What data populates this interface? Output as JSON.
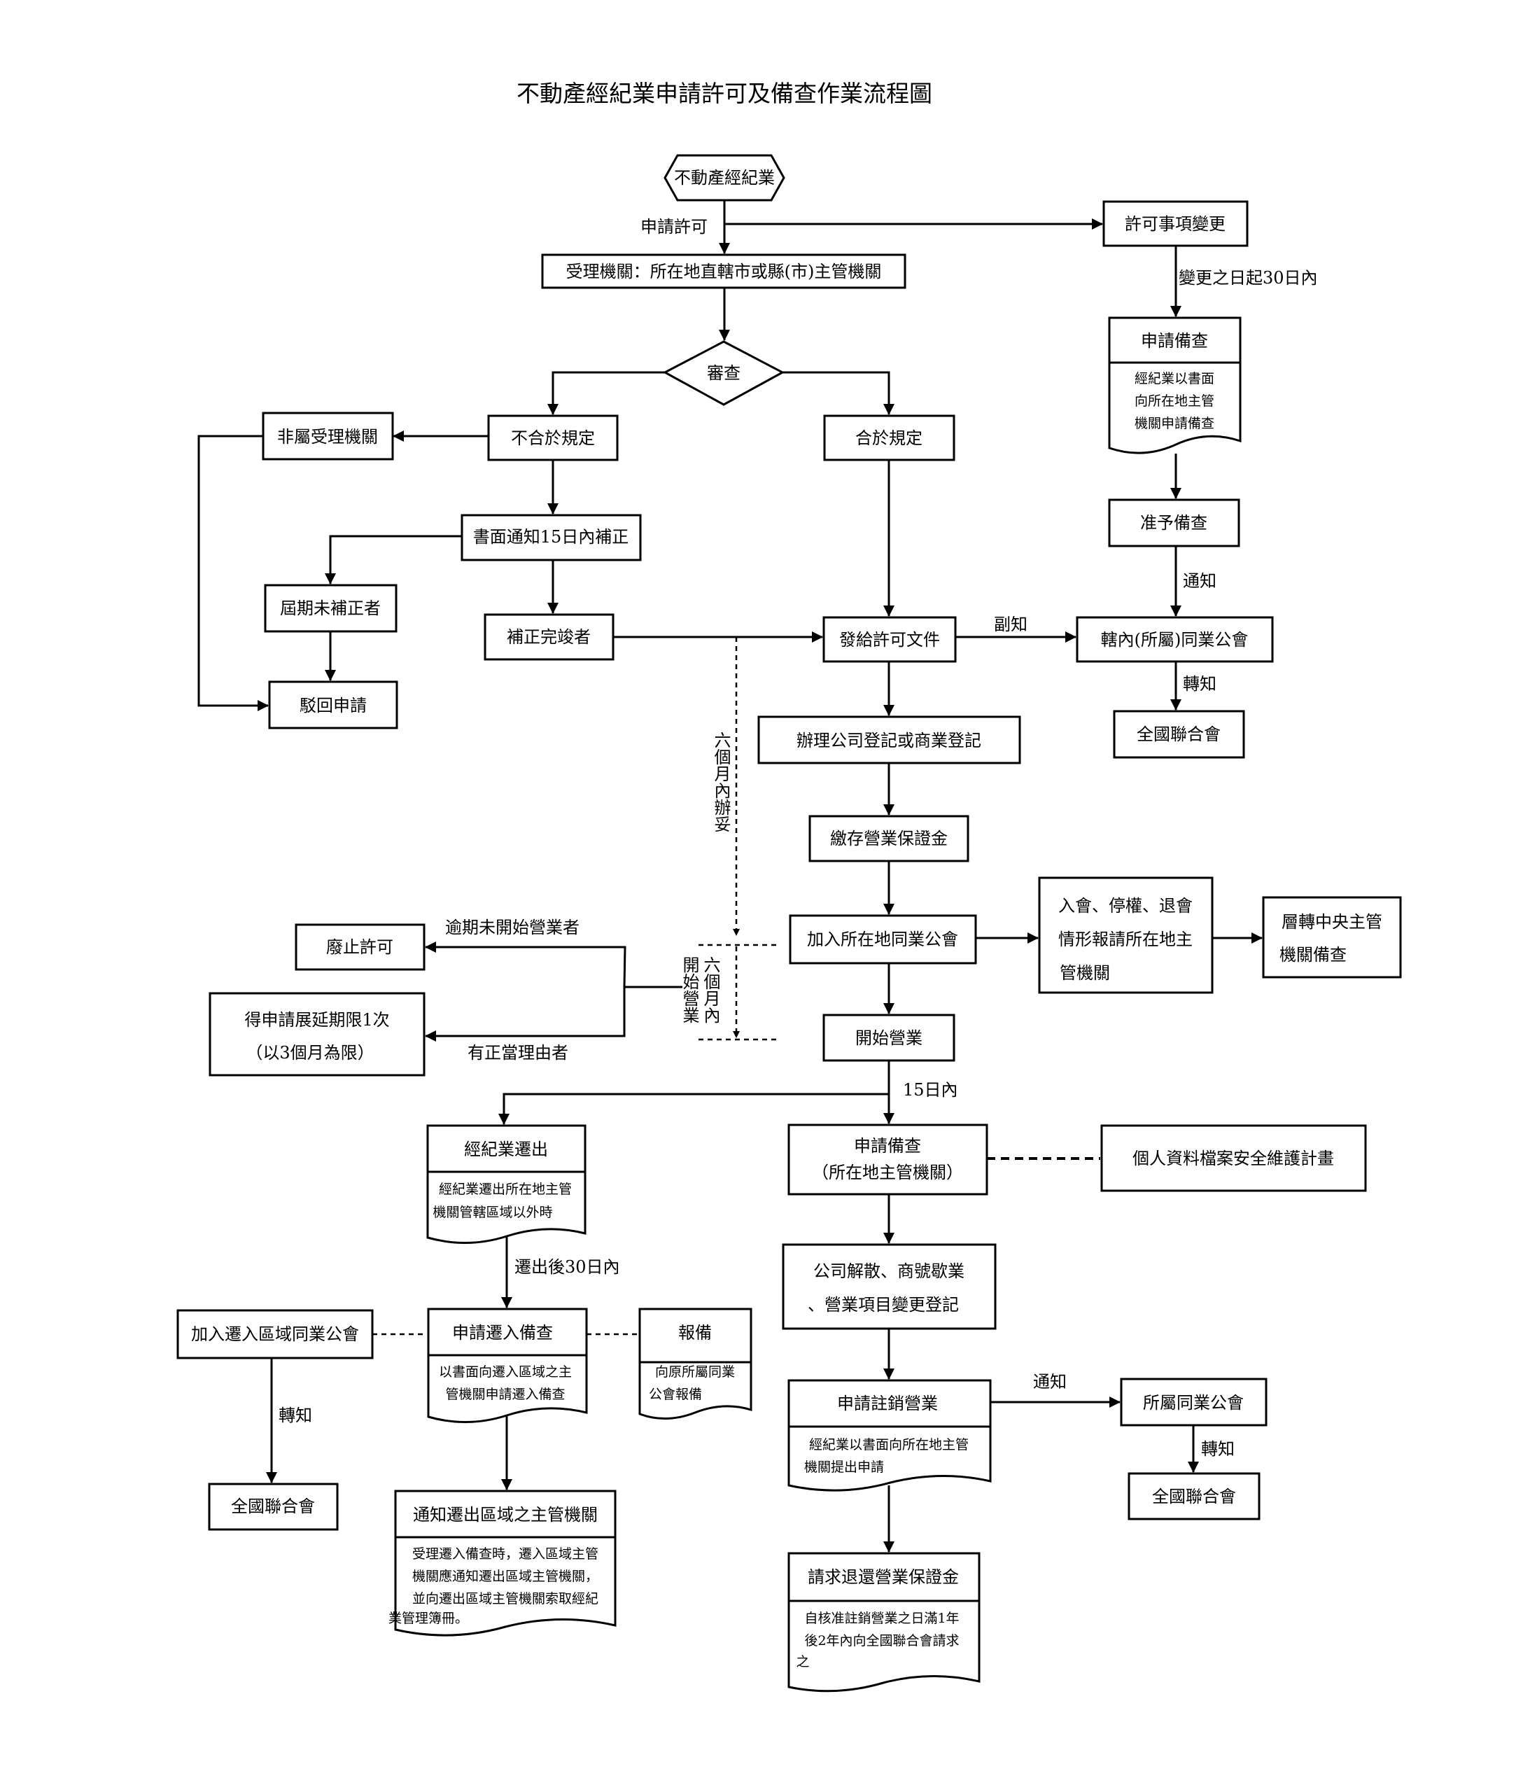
{
  "title": "不動產經紀業申請許可及備查作業流程圖",
  "nodes": {
    "start": "不動產經紀業",
    "agency": "受理機關：所在地直轄市或縣(市)主管機關",
    "review": "審查",
    "non_agency": "非屬受理機關",
    "noncompliant": "不合於規定",
    "compliant": "合於規定",
    "notify_fix": "書面通知15日內補正",
    "overdue_fix": "屆期未補正者",
    "fixed": "補正完竣者",
    "reject": "駁回申請",
    "issue_doc": "發給許可文件",
    "local_assoc": "轄內(所屬)同業公會",
    "national_1": "全國聯合會",
    "change_item": "許可事項變更",
    "apply_filing_1": "申請備查",
    "apply_filing_1_note": [
      "經紀業以書面",
      "向所在地主管",
      "機關申請備查"
    ],
    "approve_filing": "准予備查",
    "company_reg": "辦理公司登記或商業登記",
    "deposit": "繳存營業保證金",
    "join_assoc": "加入所在地同業公會",
    "membership_report": [
      "入會、停權、退會",
      "情形報請所在地主",
      "管機關"
    ],
    "central_filing": [
      "層轉中央主管",
      "機關備查"
    ],
    "revoke": "廢止許可",
    "extend": [
      "得申請展延期限1次",
      "（以3個月為限）"
    ],
    "start_business": "開始營業",
    "apply_filing_2": [
      "申請備查",
      "（所在地主管機關）"
    ],
    "privacy_plan": "個人資料檔案安全維護計畫",
    "relocate": "經紀業遷出",
    "relocate_note": [
      "經紀業遷出所在地主管",
      "機關管轄區域以外時"
    ],
    "join_new_assoc": "加入遷入區域同業公會",
    "apply_move_in": "申請遷入備查",
    "apply_move_in_note": [
      "以書面向遷入區域之主",
      "管機關申請遷入備查"
    ],
    "report": "報備",
    "report_note": [
      "向原所屬同業",
      "公會報備"
    ],
    "national_2": "全國聯合會",
    "notify_origin": "通知遷出區域之主管機關",
    "notify_origin_note": [
      "受理遷入備查時，遷入區域主管",
      "機關應通知遷出區域主管機關，",
      "並向遷出區域主管機關索取經紀",
      "業管理簿冊。"
    ],
    "dissolve": [
      "公司解散、商號歇業",
      "、營業項目變更登記"
    ],
    "cancel_business": "申請註銷營業",
    "cancel_business_note": [
      "經紀業以書面向所在地主管",
      "機關提出申請"
    ],
    "member_assoc": "所屬同業公會",
    "national_3": "全國聯合會",
    "refund_deposit": "請求退還營業保證金",
    "refund_deposit_note": [
      "自核准註銷營業之日滿1年",
      "後2年內向全國聯合會請求",
      "之"
    ]
  },
  "edge_labels": {
    "apply_permit": "申請許可",
    "change_within": "變更之日起30日內",
    "notify_a": "通知",
    "cc": "副知",
    "forward_a": "轉知",
    "six_months_a": "六個月內辦妥",
    "overdue_not_start": "逾期未開始營業者",
    "justified": "有正當理由者",
    "six_months_b": [
      "六個月內",
      "開始營業"
    ],
    "within_15": "15日內",
    "after_move_out": "遷出後30日內",
    "forward_b": "轉知",
    "notify_b": "通知",
    "forward_c": "轉知"
  }
}
